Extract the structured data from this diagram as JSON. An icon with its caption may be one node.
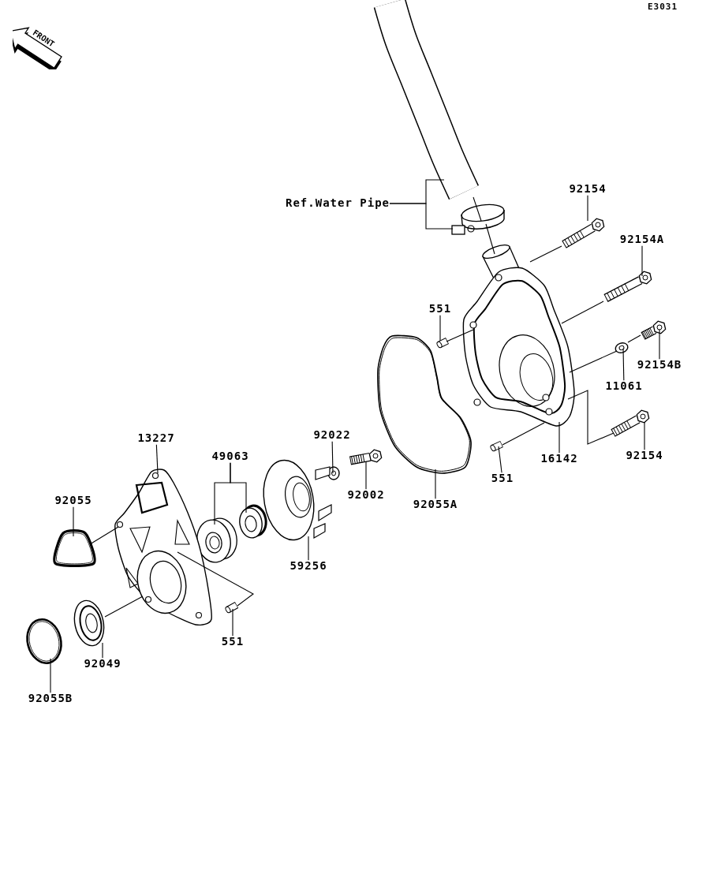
{
  "diagram": {
    "nodes": [
      {
        "text": [
          "FRONT"
        ]
      },
      {
        "text": [
          "Ref.Water Pipe"
        ]
      },
      {
        "text": [
          "92154"
        ]
      },
      {
        "text": [
          "92154A"
        ]
      },
      {
        "text": [
          "551"
        ]
      },
      {
        "text": [
          "92154B"
        ]
      },
      {
        "text": [
          "11061"
        ]
      },
      {
        "text": [
          "13227"
        ]
      },
      {
        "text": [
          "92022"
        ]
      },
      {
        "text": [
          "49063"
        ]
      },
      {
        "text": [
          "92055"
        ]
      },
      {
        "text": [
          "92002"
        ]
      },
      {
        "text": [
          "92055A"
        ]
      },
      {
        "text": [
          "16142"
        ]
      },
      {
        "text": [
          "92154"
        ]
      },
      {
        "text": [
          "551"
        ]
      },
      {
        "text": [
          "59256"
        ]
      },
      {
        "text": [
          "551"
        ]
      },
      {
        "text": [
          "92049"
        ]
      },
      {
        "text": [
          "92055B"
        ]
      },
      {
        "text": [],
        "shape": "picture"
      },
      {
        "text": [],
        "shape": "picture"
      },
      {
        "text": [],
        "shape": "picture"
      },
      {
        "text": [],
        "shape": "picture"
      },
      {
        "text": [],
        "shape": "picture"
      },
      {
        "text": [],
        "shape": "picture"
      },
      {
        "text": [],
        "shape": "picture"
      },
      {
        "text": [],
        "shape": "picture"
      },
      {
        "text": [],
        "shape": "picture"
      },
      {
        "text": [],
        "shape": "picture"
      },
      {
        "text": [],
        "shape": "picture"
      },
      {
        "text": [],
        "shape": "picture"
      },
      {
        "text": [],
        "shape": "picture"
      },
      {
        "text": [],
        "shape": "picture"
      },
      {
        "text": [],
        "shape": "picture"
      },
      {
        "text": [],
        "shape": "picture"
      },
      {
        "text": [],
        "shape": "picture"
      },
      {
        "text": [],
        "shape": "picture"
      },
      {
        "text": [],
        "shape": "picture"
      },
      {
        "text": [],
        "shape": "picture"
      },
      {
        "text": [],
        "shape": "picture"
      }
    ],
    "edges": [
      {
        "from": 1,
        "to": 20,
        "arrow": "none"
      },
      {
        "from": 1,
        "to": 21,
        "arrow": "none"
      },
      {
        "from": 2,
        "to": 22,
        "arrow": "none"
      },
      {
        "from": 3,
        "to": 23,
        "arrow": "none"
      },
      {
        "from": 4,
        "to": 25,
        "arrow": "none"
      },
      {
        "from": 5,
        "to": 26,
        "arrow": "none"
      },
      {
        "from": 6,
        "to": 27,
        "arrow": "none"
      },
      {
        "from": 7,
        "to": 36,
        "arrow": "none"
      },
      {
        "from": 8,
        "to": 31,
        "arrow": "none"
      },
      {
        "from": 9,
        "to": 34,
        "arrow": "none"
      },
      {
        "from": 9,
        "to": 35,
        "arrow": "none"
      },
      {
        "from": 10,
        "to": 37,
        "arrow": "none"
      },
      {
        "from": 11,
        "to": 32,
        "arrow": "none"
      },
      {
        "from": 12,
        "to": 30,
        "arrow": "none"
      },
      {
        "from": 13,
        "to": 24,
        "arrow": "none"
      },
      {
        "from": 14,
        "to": 28,
        "arrow": "none"
      },
      {
        "from": 15,
        "to": 29,
        "arrow": "none"
      },
      {
        "from": 16,
        "to": 33,
        "arrow": "none"
      },
      {
        "from": 17,
        "to": 38,
        "arrow": "none"
      },
      {
        "from": 18,
        "to": 39,
        "arrow": "none"
      },
      {
        "from": 19,
        "to": 40,
        "arrow": "none"
      },
      {
        "from": 20,
        "to": 21,
        "arrow": "none"
      },
      {
        "from": 21,
        "to": 24,
        "arrow": "none"
      },
      {
        "from": 22,
        "to": 24,
        "arrow": "none"
      },
      {
        "from": 23,
        "to": 24,
        "arrow": "none"
      },
      {
        "from": 25,
        "to": 24,
        "arrow": "none"
      },
      {
        "from": 26,
        "to": 27,
        "arrow": "none"
      },
      {
        "from": 27,
        "to": 24,
        "arrow": "none"
      },
      {
        "from": 24,
        "to": 28,
        "arrow": "none"
      },
      {
        "from": 29,
        "to": 24,
        "arrow": "none"
      },
      {
        "from": 37,
        "to": 36,
        "arrow": "none"
      },
      {
        "from": 39,
        "to": 36,
        "arrow": "none"
      },
      {
        "from": 38,
        "to": 36,
        "arrow": "none"
      }
    ],
    "labels": [
      "E3031"
    ]
  }
}
